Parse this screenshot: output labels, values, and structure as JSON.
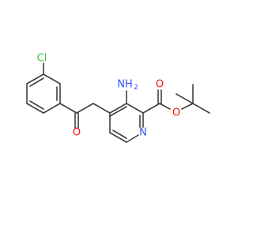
{
  "molecule": {
    "atoms": {
      "cl": {
        "text": "Cl",
        "color": "#3fbf3f"
      },
      "o_ketone": {
        "text": "O",
        "color": "#ff0d0d"
      },
      "n_amine": {
        "text": "NH",
        "color": "#3050f8"
      },
      "amine_h2": {
        "text": "2",
        "color": "#3050f8"
      },
      "n_ring": {
        "text": "N",
        "color": "#3050f8"
      },
      "o_carbonyl": {
        "text": "O",
        "color": "#ff0d0d"
      },
      "o_ester": {
        "text": "O",
        "color": "#ff0d0d"
      }
    },
    "bond_color": "#404040"
  }
}
